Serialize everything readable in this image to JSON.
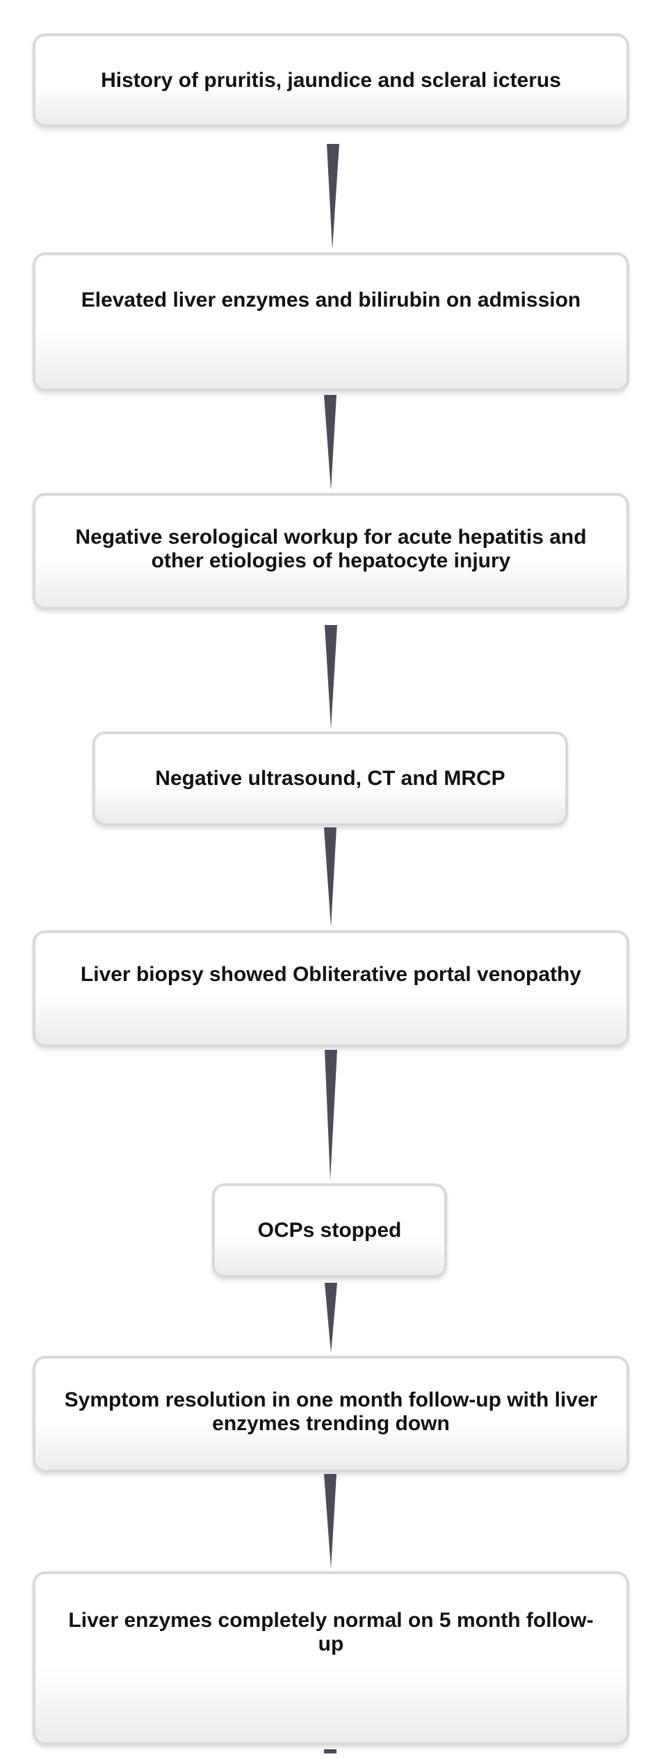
{
  "flowchart": {
    "steps": [
      "History of pruritis, jaundice and scleral icterus",
      "Elevated liver enzymes and bilirubin on admission",
      "Negative serological workup for acute hepatitis and  other etiologies of hepatocyte injury",
      "Negative ultrasound, CT and MRCP",
      "Liver biopsy showed Obliterative portal venopathy",
      "OCPs stopped",
      "Symptom resolution in one month follow-up with liver enzymes trending down",
      "Liver enzymes completely normal on 5 month follow-up"
    ]
  },
  "colors": {
    "connector": "#4a4d59",
    "box_border": "#d9d9d9",
    "text": "#111111"
  }
}
